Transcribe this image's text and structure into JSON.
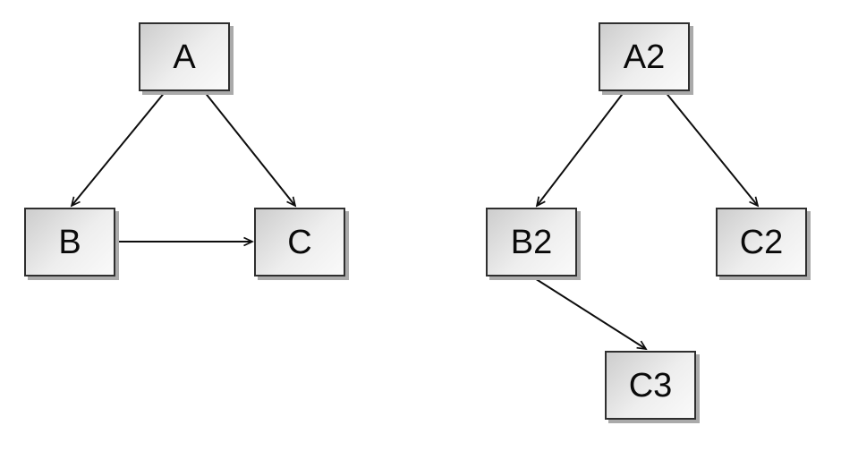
{
  "graphs": [
    {
      "id": "left-graph",
      "nodes": [
        {
          "id": "A",
          "label": "A"
        },
        {
          "id": "B",
          "label": "B"
        },
        {
          "id": "C",
          "label": "C"
        }
      ],
      "edges": [
        {
          "from": "A",
          "to": "B"
        },
        {
          "from": "A",
          "to": "C"
        },
        {
          "from": "B",
          "to": "C"
        }
      ]
    },
    {
      "id": "right-graph",
      "nodes": [
        {
          "id": "A2",
          "label": "A2"
        },
        {
          "id": "B2",
          "label": "B2"
        },
        {
          "id": "C2",
          "label": "C2"
        },
        {
          "id": "C3",
          "label": "C3"
        }
      ],
      "edges": [
        {
          "from": "A2",
          "to": "B2"
        },
        {
          "from": "A2",
          "to": "C2"
        },
        {
          "from": "B2",
          "to": "C3"
        }
      ]
    }
  ],
  "colors": {
    "background": "#ffffff",
    "node_fill_light": "#fafafa",
    "node_fill_dark": "#cdcdcd",
    "node_border": "#2f2f2f",
    "node_shadow": "#aaaaaa",
    "edge_stroke": "#0d0d0d",
    "label_text": "#0a0a0a"
  }
}
